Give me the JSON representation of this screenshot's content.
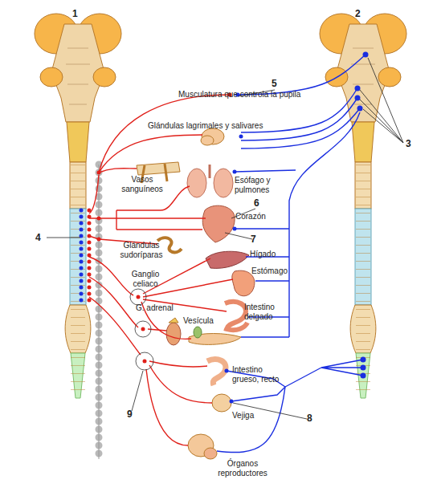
{
  "diagram": {
    "labels": [
      "1",
      "2",
      "Musculatura que controla la pupila",
      "5",
      "Glándulas lagrimales y salivares",
      "3",
      "Vasos sanguíneos",
      "Esófago y pulmones",
      "4",
      "6",
      "Corazón",
      "7",
      "Glándulas sudoríparas",
      "Hígado",
      "Ganglio celiaco",
      "Estómago",
      "Intestino delgado",
      "G. adrenal",
      "Vesícula",
      "Intestino grueso, recto",
      "9",
      "8",
      "Vejiga",
      "Órganos reproductores"
    ]
  }
}
